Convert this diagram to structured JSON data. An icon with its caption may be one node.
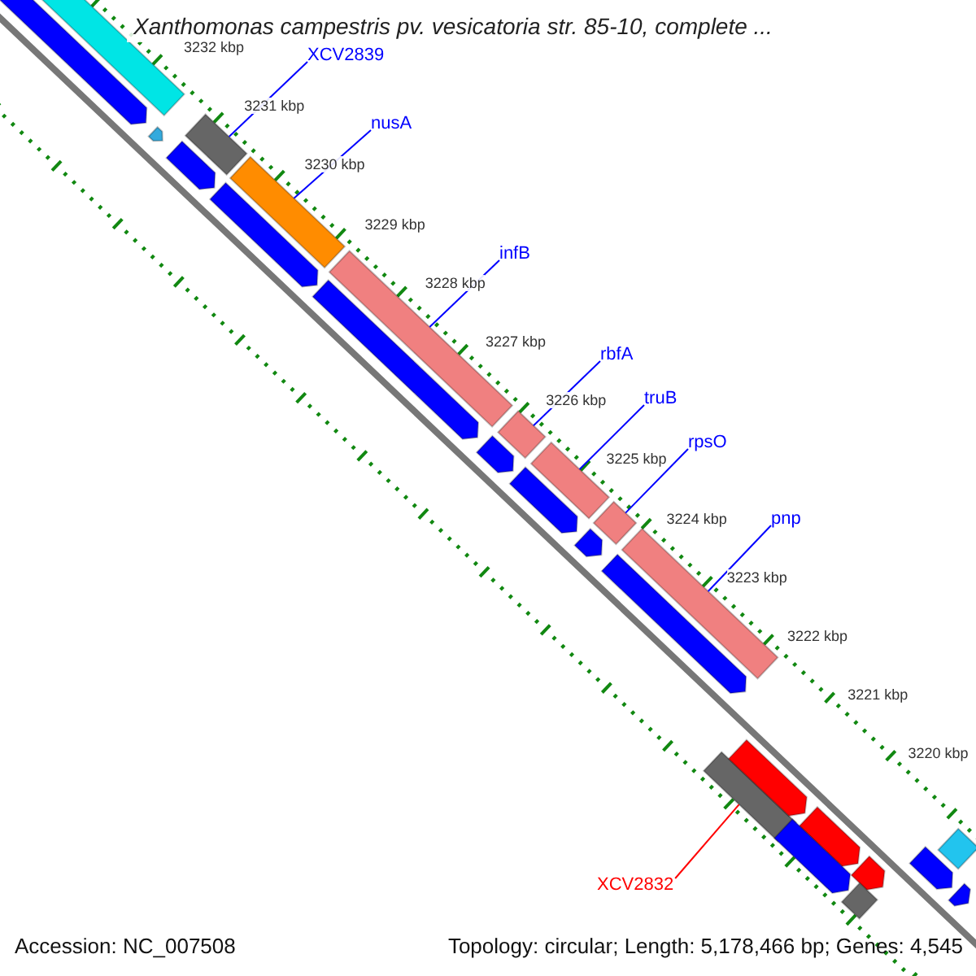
{
  "diagram": {
    "title": "Xanthomonas campestris pv. vesicatoria str. 85-10, complete ...",
    "nodes": [
      {
        "text": [
          "XCV2839"
        ]
      },
      {
        "text": [],
        "shape": "bar"
      },
      {
        "text": [
          "nusA"
        ]
      },
      {
        "text": [],
        "shape": "bar"
      },
      {
        "text": [
          "infB"
        ]
      },
      {
        "text": [],
        "shape": "bar"
      },
      {
        "text": [
          "rbfA"
        ]
      },
      {
        "text": [],
        "shape": "bar"
      },
      {
        "text": [
          "truB"
        ]
      },
      {
        "text": [],
        "shape": "bar"
      },
      {
        "text": [
          "rpsO"
        ]
      },
      {
        "text": [],
        "shape": "bar"
      },
      {
        "text": [
          "pnp"
        ]
      },
      {
        "text": [],
        "shape": "bar"
      },
      {
        "text": [
          "XCV2832"
        ]
      },
      {
        "text": [],
        "shape": "bar"
      },
      {
        "text": [],
        "shape": "arrow"
      },
      {
        "text": [],
        "shape": "bar"
      },
      {
        "text": [],
        "shape": "arrow"
      },
      {
        "text": [],
        "shape": "arrow"
      },
      {
        "text": [],
        "shape": "arrow"
      },
      {
        "text": [],
        "shape": "arrow"
      },
      {
        "text": [],
        "shape": "arrow"
      },
      {
        "text": [],
        "shape": "arrow"
      },
      {
        "text": [],
        "shape": "arrow"
      },
      {
        "text": [],
        "shape": "arrow"
      },
      {
        "text": [],
        "shape": "arrow"
      },
      {
        "text": [],
        "shape": "arrow"
      },
      {
        "text": [],
        "shape": "arrow"
      },
      {
        "text": [],
        "shape": "arrow"
      },
      {
        "text": [],
        "shape": "bar"
      },
      {
        "text": [],
        "shape": "arrow"
      },
      {
        "text": [],
        "shape": "bar"
      },
      {
        "text": [],
        "shape": "arrow"
      }
    ],
    "edges": [
      {
        "from": 0,
        "to": 1,
        "arrow": "none"
      },
      {
        "from": 2,
        "to": 3,
        "arrow": "none"
      },
      {
        "from": 4,
        "to": 5,
        "arrow": "none"
      },
      {
        "from": 6,
        "to": 7,
        "arrow": "none"
      },
      {
        "from": 8,
        "to": 9,
        "arrow": "none"
      },
      {
        "from": 10,
        "to": 11,
        "arrow": "none"
      },
      {
        "from": 12,
        "to": 13,
        "arrow": "none"
      },
      {
        "from": 14,
        "to": 15,
        "arrow": "none",
        "color": "#ff0000"
      }
    ],
    "labels": [
      "3232 kbp",
      "3231 kbp",
      "3230 kbp",
      "3229 kbp",
      "3228 kbp",
      "3227 kbp",
      "3226 kbp",
      "3225 kbp",
      "3224 kbp",
      "3223 kbp",
      "3222 kbp",
      "3221 kbp",
      "3220 kbp",
      "Accession: NC_007508",
      "Topology: circular; Length: 5,178,466 bp; Genes: 4,545"
    ]
  }
}
